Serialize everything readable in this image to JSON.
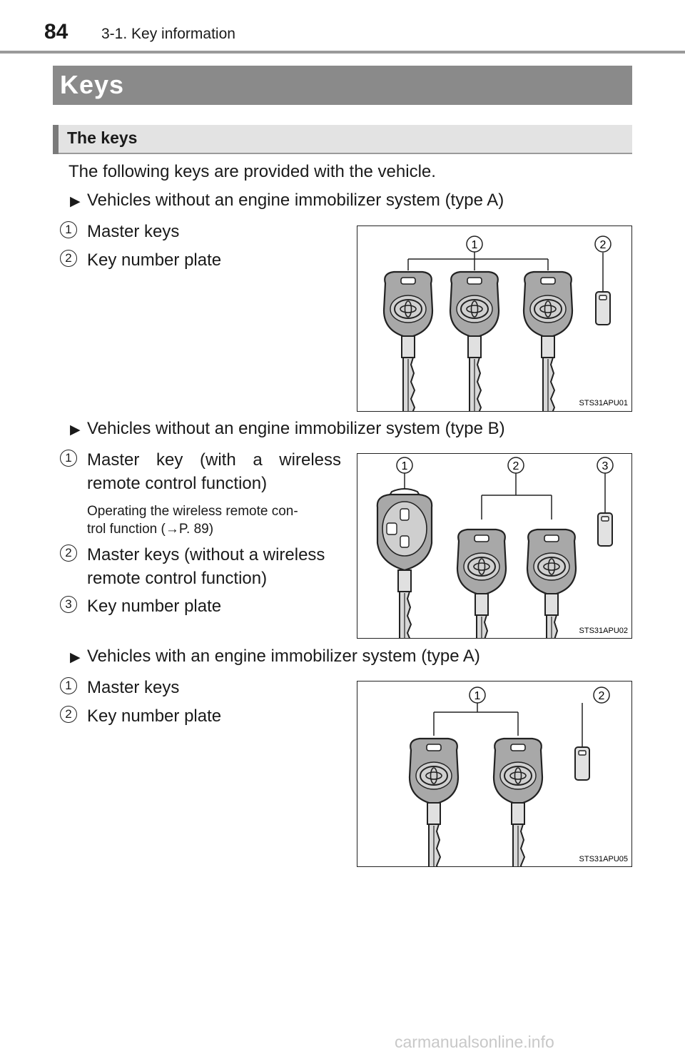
{
  "header": {
    "page_number": "84",
    "section": "3-1. Key information"
  },
  "title": "Keys",
  "subtitle": "The keys",
  "intro": "The following keys are provided with the vehicle.",
  "groups": [
    {
      "heading": "Vehicles without an engine immobilizer system (type A)",
      "items": [
        {
          "number": "1",
          "label": "Master keys"
        },
        {
          "number": "2",
          "label": "Key number plate"
        }
      ],
      "figure": {
        "callouts": [
          "1",
          "2"
        ],
        "code": "STS31APU01"
      }
    },
    {
      "heading": "Vehicles without an engine immobilizer system (type B)",
      "items": [
        {
          "number": "1",
          "label_line1": "Master key (with a wireless",
          "label_line2": "remote control function)",
          "note_line1": "Operating the wireless remote con-",
          "note_line2": "trol function (→P. 89)"
        },
        {
          "number": "2",
          "label_line1": "Master keys (without a wireless",
          "label_line2": "remote control function)"
        },
        {
          "number": "3",
          "label": "Key number plate"
        }
      ],
      "figure": {
        "callouts": [
          "1",
          "2",
          "3"
        ],
        "code": "STS31APU02"
      }
    },
    {
      "heading": "Vehicles with an engine immobilizer system (type A)",
      "items": [
        {
          "number": "1",
          "label": "Master keys"
        },
        {
          "number": "2",
          "label": "Key number plate"
        }
      ],
      "figure": {
        "callouts": [
          "1",
          "2"
        ],
        "code": "STS31APU05"
      }
    }
  ],
  "icons": {
    "bullet": "▶"
  },
  "watermark": "carmanualsonline.info"
}
